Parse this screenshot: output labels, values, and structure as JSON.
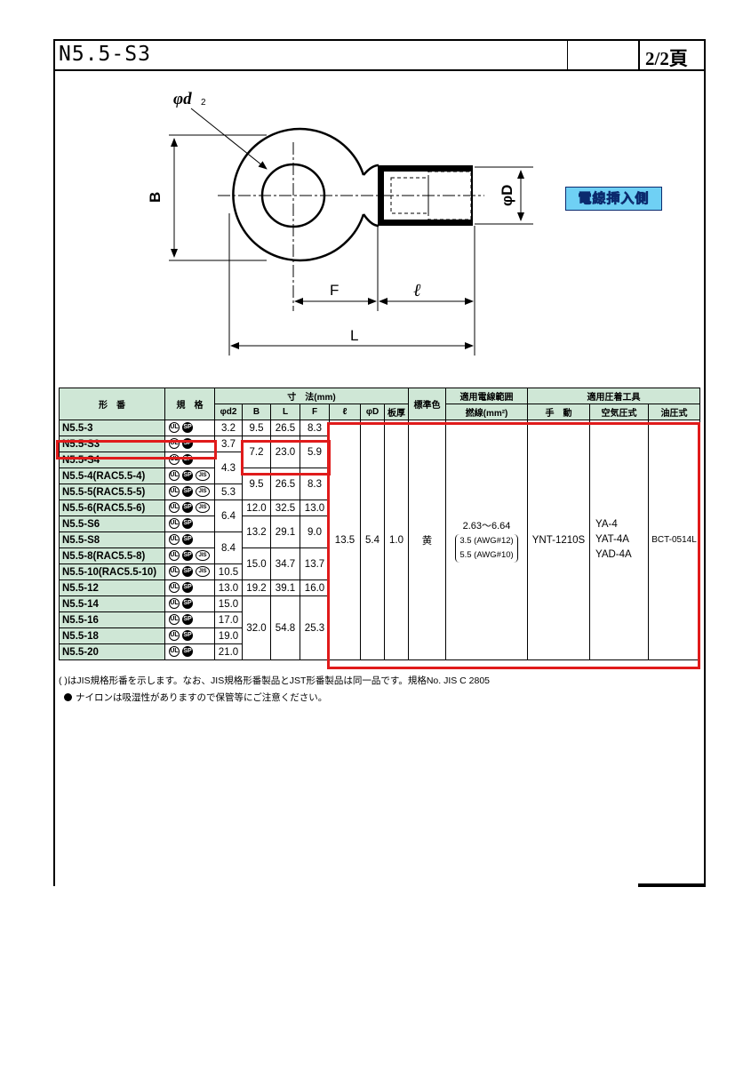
{
  "header": {
    "title": "N5.5-S3",
    "page": "2/2頁"
  },
  "drawing": {
    "label_d2": "φd",
    "label_d2_sub": "2",
    "label_B": "B",
    "label_D": "φD",
    "label_F": "F",
    "label_l": "ℓ",
    "label_L": "L",
    "badge": "電線挿入側"
  },
  "table": {
    "headers": {
      "part_no": "形　番",
      "standard": "規　格",
      "dims": "寸　法(mm)",
      "d2": "φd2",
      "B": "B",
      "L": "L",
      "F": "F",
      "l": "ℓ",
      "D": "φD",
      "thickness": "板厚",
      "color": "標準色",
      "wire_range": "適用電線範囲",
      "stranded": "撚線(mm²)",
      "tools": "適用圧着工具",
      "manual": "手　動",
      "pneumatic": "空気圧式",
      "hydraulic": "油圧式"
    },
    "rows": [
      {
        "part": "N5.5-3",
        "marks": [
          "UL",
          "CSA"
        ],
        "d2": "3.2",
        "B": "9.5",
        "L": "26.5",
        "F": "8.3"
      },
      {
        "part": "N5.5-S3",
        "marks": [
          "UL",
          "CSA"
        ],
        "d2": "3.7",
        "B": "7.2",
        "L": "23.0",
        "F": "5.9"
      },
      {
        "part": "N5.5-S4",
        "marks": [
          "UL",
          "CSA"
        ],
        "d2": "4.3"
      },
      {
        "part": "N5.5-4(RAC5.5-4)",
        "marks": [
          "UL",
          "CSA",
          "JIS"
        ],
        "B": "9.5",
        "L": "26.5",
        "F": "8.3"
      },
      {
        "part": "N5.5-5(RAC5.5-5)",
        "marks": [
          "UL",
          "CSA",
          "JIS"
        ],
        "d2": "5.3"
      },
      {
        "part": "N5.5-6(RAC5.5-6)",
        "marks": [
          "UL",
          "CSA",
          "JIS"
        ],
        "d2": "6.4",
        "B": "12.0",
        "L": "32.5",
        "F": "13.0"
      },
      {
        "part": "N5.5-S6",
        "marks": [
          "UL",
          "CSA"
        ],
        "B": "13.2",
        "L": "29.1",
        "F": "9.0"
      },
      {
        "part": "N5.5-S8",
        "marks": [
          "UL",
          "CSA"
        ],
        "d2": "8.4"
      },
      {
        "part": "N5.5-8(RAC5.5-8)",
        "marks": [
          "UL",
          "CSA",
          "JIS"
        ],
        "B": "15.0",
        "L": "34.7",
        "F": "13.7"
      },
      {
        "part": "N5.5-10(RAC5.5-10)",
        "marks": [
          "UL",
          "CSA",
          "JIS"
        ],
        "d2": "10.5"
      },
      {
        "part": "N5.5-12",
        "marks": [
          "UL",
          "CSA"
        ],
        "d2": "13.0",
        "B": "19.2",
        "L": "39.1",
        "F": "16.0"
      },
      {
        "part": "N5.5-14",
        "marks": [
          "UL",
          "CSA"
        ],
        "d2": "15.0",
        "B": "32.0",
        "L": "54.8",
        "F": "25.3"
      },
      {
        "part": "N5.5-16",
        "marks": [
          "UL",
          "CSA"
        ],
        "d2": "17.0"
      },
      {
        "part": "N5.5-18",
        "marks": [
          "UL",
          "CSA"
        ],
        "d2": "19.0"
      },
      {
        "part": "N5.5-20",
        "marks": [
          "UL",
          "CSA"
        ],
        "d2": "21.0"
      }
    ],
    "shared": {
      "l": "13.5",
      "D": "5.4",
      "thickness": "1.0",
      "color": "黄",
      "wire_main": "2.63～6.64",
      "wire_awg12": "3.5 (AWG#12)",
      "wire_awg10": "5.5 (AWG#10)",
      "manual_tool": "YNT-1210S",
      "pneumatic_1": "YA-4",
      "pneumatic_2": "YAT-4A",
      "pneumatic_3": "YAD-4A",
      "hydraulic_tool": "BCT-0514L"
    },
    "mark_glyphs": {
      "UL": "UL",
      "CSA": "SP",
      "JIS": "JIS"
    }
  },
  "notes": {
    "line1": "( )はJIS規格形番を示します。なお、JIS規格形番製品とJST形番製品は同一品です。規格No. JIS C 2805",
    "line2": "ナイロンは吸湿性がありますので保管等にご注意ください。"
  },
  "colors": {
    "highlight": "#e01b1b",
    "header_bg": "#cfe7d6",
    "badge_bg": "#6fd0f4",
    "terminal_fill": "#000000"
  }
}
